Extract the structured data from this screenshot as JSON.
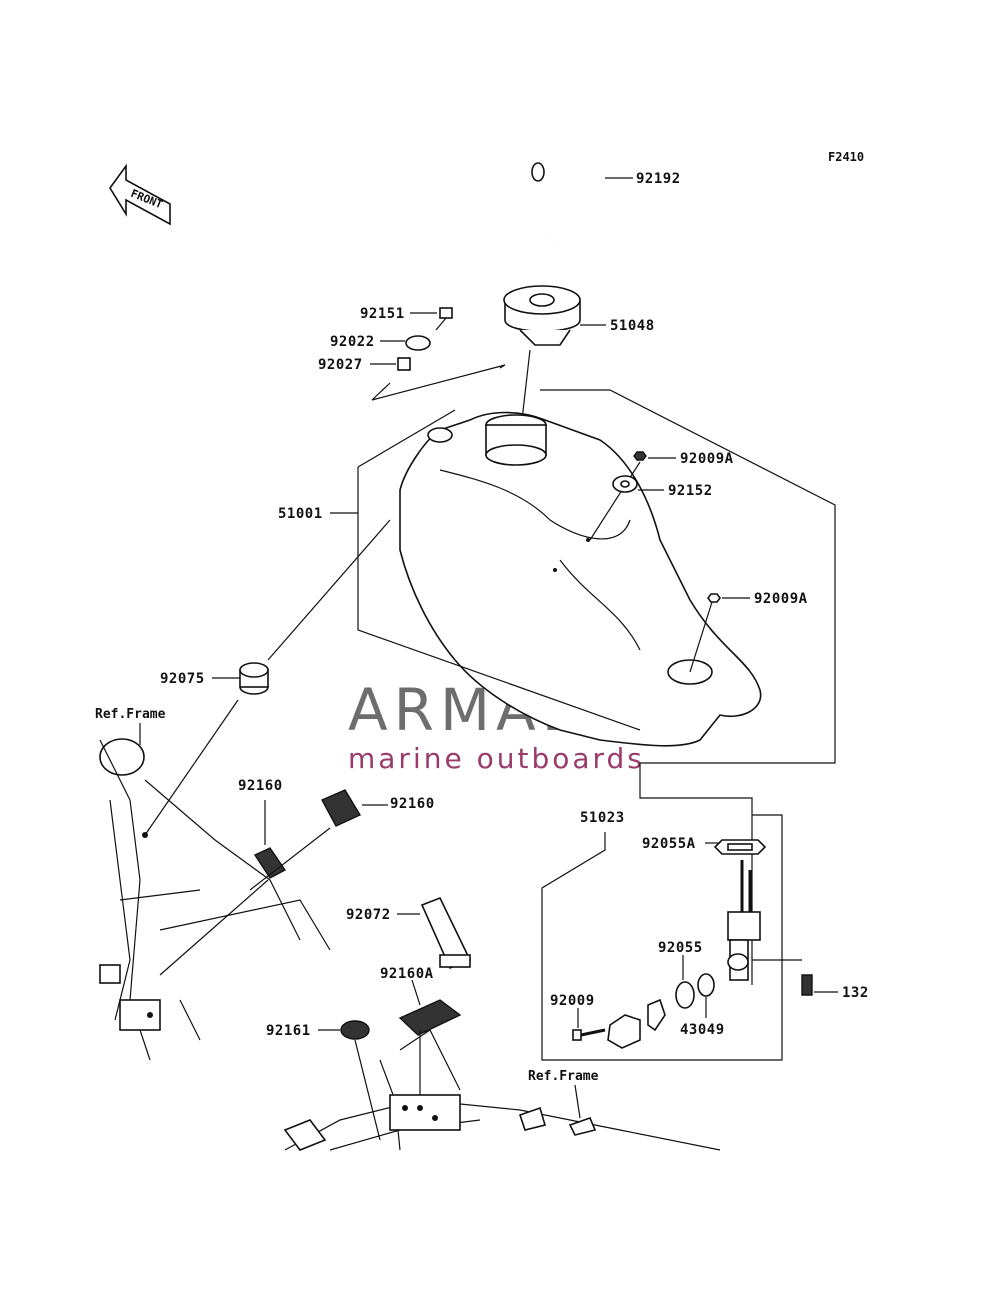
{
  "figure_code": "F2410",
  "front_arrow_label": "FRONT",
  "watermark": {
    "title": "ARMADA",
    "subtitle": "marine outboards",
    "colors": {
      "title": "#6d6d6d",
      "subtitle": "#9a3b6a",
      "logo": "#e3a1c0"
    }
  },
  "parts": {
    "p92192": "92192",
    "p92151": "92151",
    "p92022": "92022",
    "p92027": "92027",
    "p51048": "51048",
    "p92009A_top": "92009A",
    "p92152": "92152",
    "p51001": "51001",
    "p92009A_mid": "92009A",
    "p92075": "92075",
    "p92160_left": "92160",
    "p92160_right": "92160",
    "p51023": "51023",
    "p92055A": "92055A",
    "p92072": "92072",
    "p92055": "92055",
    "p92160A": "92160A",
    "p92009": "92009",
    "p43049": "43049",
    "p132": "132",
    "p92161": "92161"
  },
  "refs": {
    "frame_left": "Ref.Frame",
    "frame_bottom": "Ref.Frame"
  }
}
